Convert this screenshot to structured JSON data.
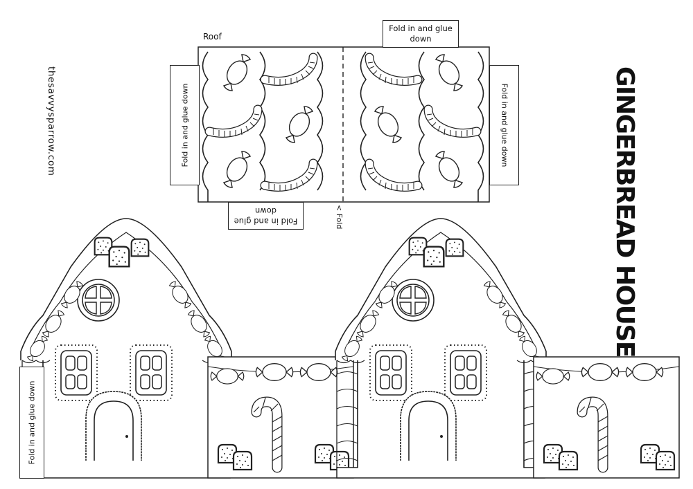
{
  "title": "GINGERBREAD HOUSE",
  "website": "thesavvysparrow.com",
  "roof": {
    "label": "Roof",
    "fold_label": "< Fold"
  },
  "tabs": {
    "roof_top": "Fold in and glue  down",
    "roof_bottom": "Fold in and glue  down",
    "roof_left": "Fold in and glue  down",
    "roof_right": "Fold in and glue  down",
    "house_left": "Fold in and glue  down"
  },
  "icons": [
    "wrapped-candy-icon",
    "gummy-worm-icon",
    "gumdrop-icon",
    "candy-cane-icon",
    "round-window-icon",
    "door-icon",
    "chimney-icon"
  ],
  "colors": {
    "line": "#222222",
    "paper": "#ffffff"
  }
}
